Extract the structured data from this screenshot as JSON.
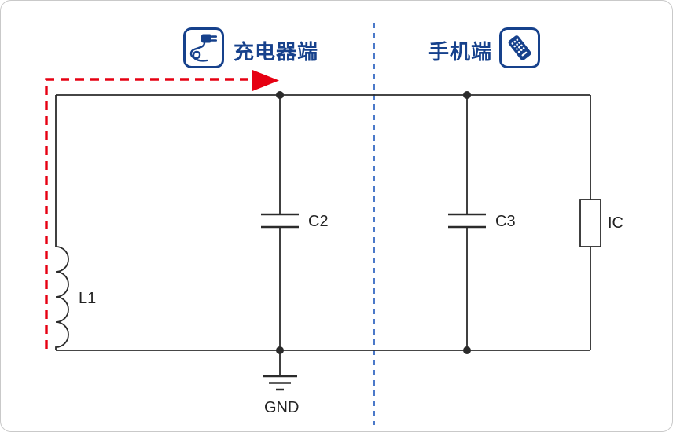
{
  "colors": {
    "page_bg": "#ffffff",
    "wire": "#2b2b2b",
    "accent_blue": "#16418c",
    "divider_blue": "#4b79c9",
    "arrow_red": "#e60012"
  },
  "header": {
    "charger": {
      "label": "充电器端",
      "icon": "charger-plug-icon"
    },
    "phone": {
      "label": "手机端",
      "icon": "mobile-phone-icon"
    }
  },
  "diagram": {
    "labels": {
      "inductor": "L1",
      "charger_capacitor": "C2",
      "phone_capacitor": "C3",
      "ic": "IC",
      "ground": "GND"
    }
  }
}
